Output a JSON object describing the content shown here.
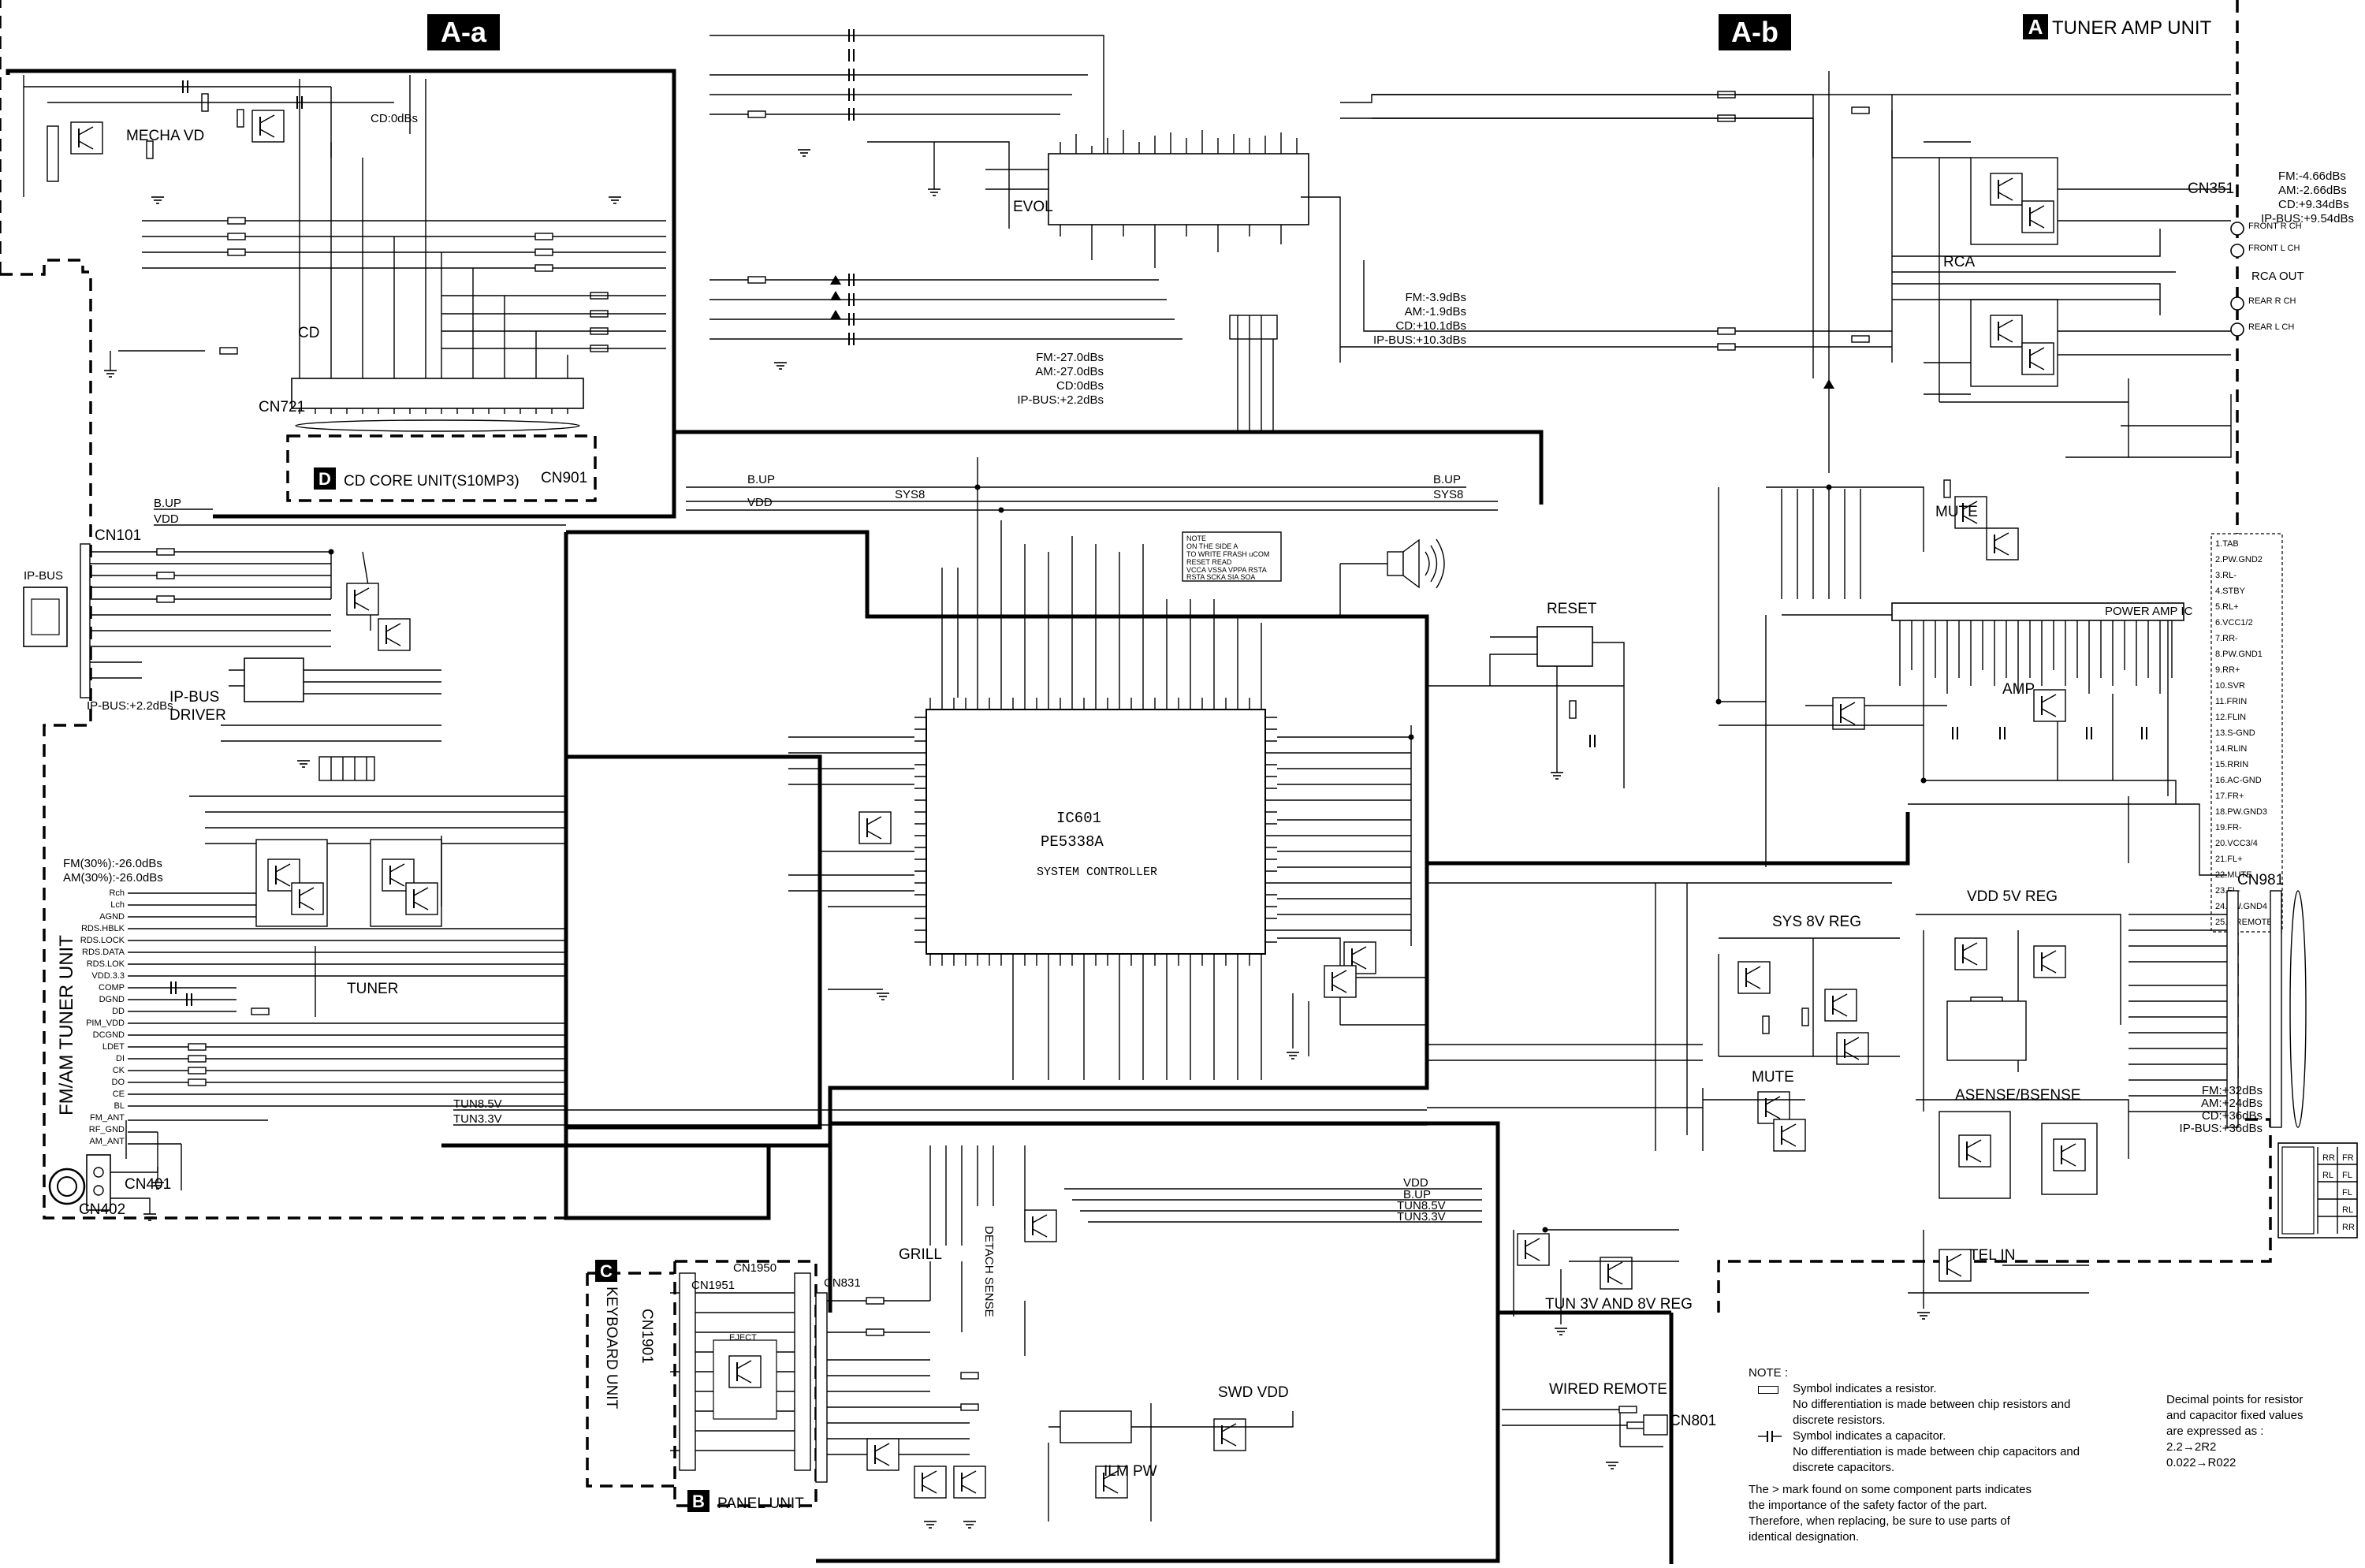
{
  "sections": {
    "aa": "A-a",
    "ab": "A-b",
    "unit_a_letter": "A",
    "unit_a": "TUNER AMP UNIT",
    "unit_b_letter": "B",
    "unit_b": "PANEL UNIT",
    "unit_c_letter": "C",
    "unit_c": "KEYBOARD UNIT",
    "unit_d_letter": "D",
    "unit_d": "CD CORE UNIT(S10MP3)",
    "fm_tuner": "FM/AM TUNER UNIT"
  },
  "connectors": {
    "cn721": "CN721",
    "cn901": "CN901",
    "cn101": "CN101",
    "cn351": "CN351",
    "cn981": "CN981",
    "cn401": "CN401",
    "cn402": "CN402",
    "cn1950": "CN1950",
    "cn1951": "CN1951",
    "cn1901": "CN1901",
    "cn831": "CN831",
    "cn801": "CN801"
  },
  "blocks": {
    "mecha_vd": "MECHA VD",
    "cd": "CD",
    "cd_level": "CD:0dBs",
    "evol": "EVOL",
    "rca": "RCA",
    "rca_out": "RCA OUT",
    "mute": "MUTE",
    "power_amp": "POWER AMP IC",
    "amp": "AMP",
    "reset": "RESET",
    "ic601": "IC601",
    "pe5338a": "PE5338A",
    "system_controller": "SYSTEM CONTROLLER",
    "tuner": "TUNER",
    "ipbus_driver_1": "IP-BUS",
    "ipbus_driver_2": "DRIVER",
    "ipbus_level": "IP-BUS:+2.2dBs",
    "ip_bus": "IP-BUS",
    "sys8v_reg": "SYS 8V REG",
    "vdd5v_reg": "VDD 5V REG",
    "asense": "ASENSE/BSENSE",
    "tel_in": "TEL IN",
    "mute2": "MUTE",
    "tun_reg": "TUN 3V AND 8V REG",
    "wired_remote": "WIRED REMOTE",
    "swd_vdd": "SWD VDD",
    "ilm_pw": "ILM PW",
    "grill": "GRILL",
    "eject": "EJECT",
    "detach": "DETACH SENSE"
  },
  "levels": {
    "front": [
      "FM:-4.66dBs",
      "AM:-2.66dBs",
      "CD:+9.34dBs",
      "IP-BUS:+9.54dBs"
    ],
    "evol_out": [
      "FM:-3.9dBs",
      "AM:-1.9dBs",
      "CD:+10.1dBs",
      "IP-BUS:+10.3dBs"
    ],
    "evol_in": [
      "FM:-27.0dBs",
      "AM:-27.0dBs",
      "CD:0dBs",
      "IP-BUS:+2.2dBs"
    ],
    "tuner": [
      "FM(30%):-26.0dBs",
      "AM(30%):-26.0dBs"
    ],
    "speaker": [
      "FM:+32dBs",
      "AM:+24dBs",
      "CD:+36dBs",
      "IP-BUS:+36dBs"
    ]
  },
  "rca_jacks": [
    "FRONT R CH",
    "FRONT L CH",
    "REAR R CH",
    "REAR L CH"
  ],
  "nets": {
    "b_up": "B.UP",
    "vdd": "VDD",
    "sys8": "SYS8",
    "tun8_5v": "TUN8.5V",
    "tun3_3v": "TUN3.3V"
  },
  "tuner_pins": [
    "Rch",
    "Lch",
    "AGND",
    "RDS.HBLK",
    "RDS.LOCK",
    "RDS.DATA",
    "RDS.LOK",
    "VDD.3.3",
    "COMP",
    "DGND",
    "DD",
    "PIM_VDD",
    "DCGND",
    "LDET",
    "DI",
    "CK",
    "DO",
    "CE",
    "BL",
    "FM_ANT",
    "RF_GND",
    "AM_ANT"
  ],
  "power_pins": [
    "1.TAB",
    "2.PW.GND2",
    "3.RL-",
    "4.STBY",
    "5.RL+",
    "6.VCC1/2",
    "7.RR-",
    "8.PW.GND1",
    "9.RR+",
    "10.SVR",
    "11.FRIN",
    "12.FLIN",
    "13.S-GND",
    "14.RLIN",
    "15.RRIN",
    "16.AC-GND",
    "17.FR+",
    "18.PW.GND3",
    "19.FR-",
    "20.VCC3/4",
    "21.FL+",
    "22.MUTE",
    "23.FL-",
    "24.PW.GND4",
    "25.B.REMOTE"
  ],
  "speaker_table": [
    [
      "RR",
      "FR"
    ],
    [
      "RL",
      "FL"
    ],
    [
      "",
      "FL"
    ],
    [
      "",
      "RL"
    ],
    [
      "",
      "RR"
    ]
  ],
  "mcu_note": [
    "NOTE",
    "ON THE SIDE A",
    "TO WRITE FRASH uCOM",
    "RESET READ",
    "VCCA VSSA VPPA RSTA",
    "RSTA SCKA SIA SOA"
  ],
  "notes": {
    "title": "NOTE :",
    "r1": "Symbol indicates a resistor.",
    "r2": "No differentiation is made  between chip resistors and",
    "r3": "discrete resistors.",
    "c1": "Symbol indicates a capacitor.",
    "c2": "No differentiation is made  between chip capacitors and",
    "c3": "discrete capacitors.",
    "s1": "The >  mark found on some component parts indicates",
    "s2": "the importance of the safety factor of the part.",
    "s3": "Therefore, when replacing, be sure to use parts of",
    "s4": "identical designation."
  },
  "decimal": {
    "l1": "Decimal points for resistor",
    "l2": "and capacitor fixed values",
    "l3": "are expressed as :",
    "l4": "2.2→2R2",
    "l5": "0.022→R022"
  }
}
